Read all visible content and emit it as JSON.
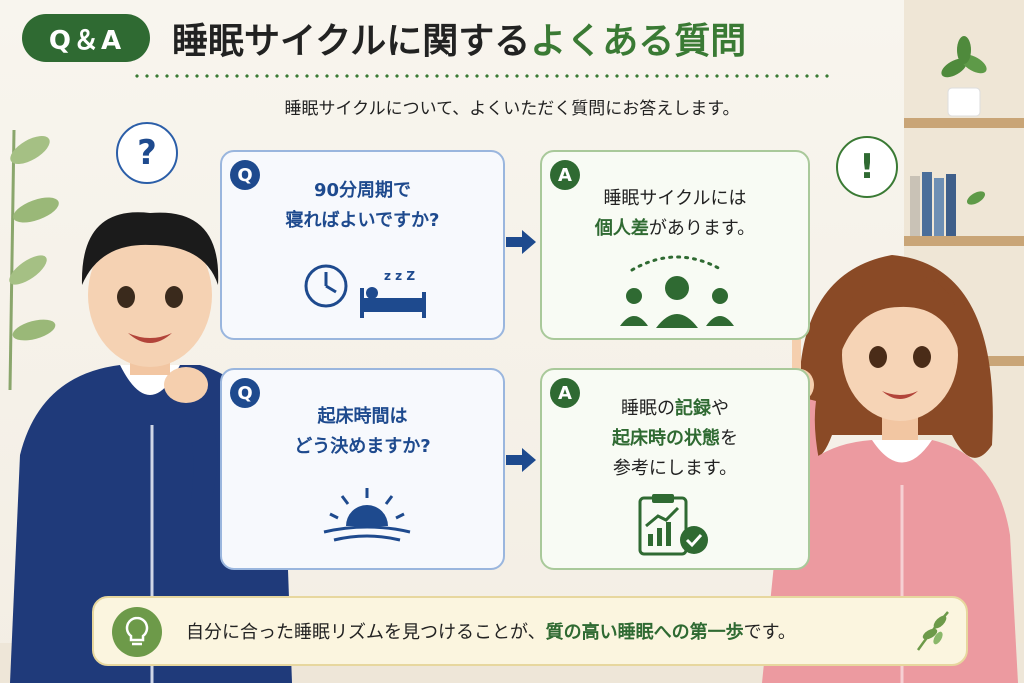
{
  "badge": "Q＆A",
  "title": {
    "main": "睡眠サイクルに関する",
    "accent": "よくある質問"
  },
  "subtitle": "睡眠サイクルについて、よくいただく質問にお答えします。",
  "bubbles": {
    "question": "?",
    "answer": "!"
  },
  "cards": [
    {
      "tag": "Q",
      "lines": [
        "90分周期で",
        "寝ればよいですか?"
      ],
      "icon": "clock-bed-sleep-icon"
    },
    {
      "tag": "A",
      "line1": "睡眠サイクルには",
      "line2_hl": "個人差",
      "line2_rest": "があります。",
      "icon": "people-group-icon"
    },
    {
      "tag": "Q",
      "lines": [
        "起床時間は",
        "どう決めますか?"
      ],
      "icon": "sunrise-icon"
    },
    {
      "tag": "A",
      "line1_a": "睡眠の",
      "line1_hl": "記録",
      "line1_b": "や",
      "line2_hl": "起床時の状態",
      "line2_rest": "を",
      "line3": "参考にします。",
      "icon": "clipboard-chart-check-icon"
    }
  ],
  "footer": {
    "text_a": "自分に合った睡眠リズムを見つけることが、",
    "text_hl": "質の高い睡眠への第一歩",
    "text_b": "です。",
    "icon": "lightbulb-icon"
  },
  "colors": {
    "green": "#2f6a32",
    "blue": "#1e4a8e",
    "man_hoodie": "#1f3a7a",
    "woman_hoodie": "#ec9aa0"
  }
}
